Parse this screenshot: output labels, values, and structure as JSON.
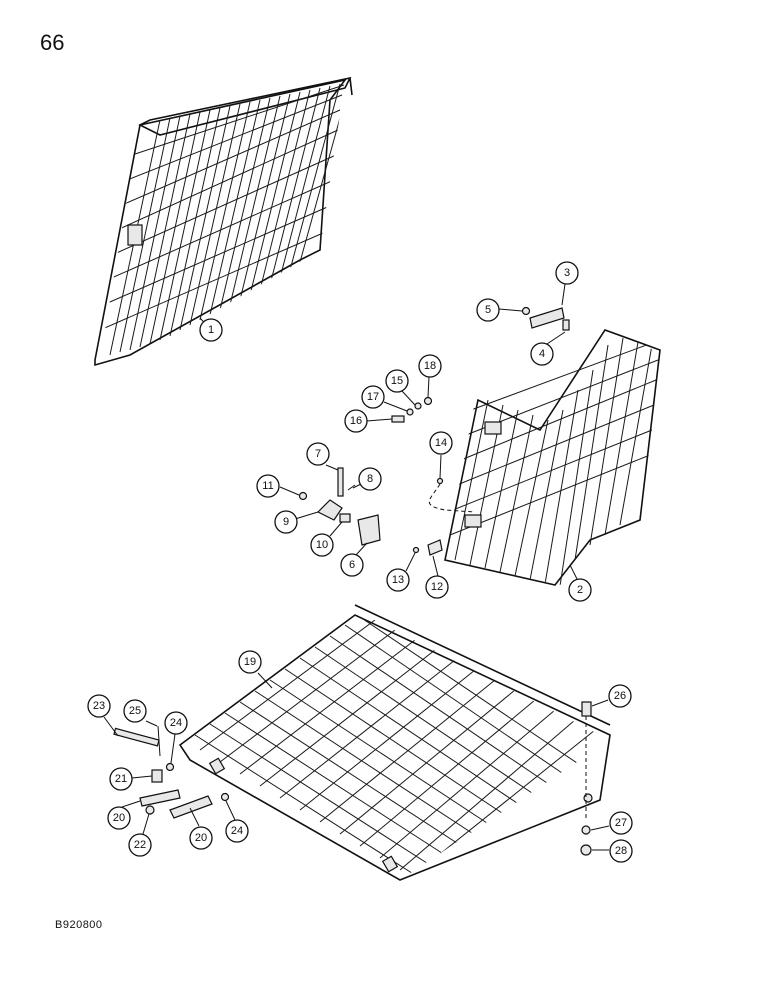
{
  "page": {
    "number": "66",
    "figure_code": "B920800"
  },
  "callouts": [
    "1",
    "2",
    "3",
    "4",
    "5",
    "6",
    "7",
    "8",
    "9",
    "10",
    "11",
    "12",
    "13",
    "14",
    "15",
    "16",
    "17",
    "18",
    "19",
    "20",
    "20",
    "21",
    "22",
    "23",
    "24",
    "24",
    "25",
    "26",
    "27",
    "28"
  ]
}
